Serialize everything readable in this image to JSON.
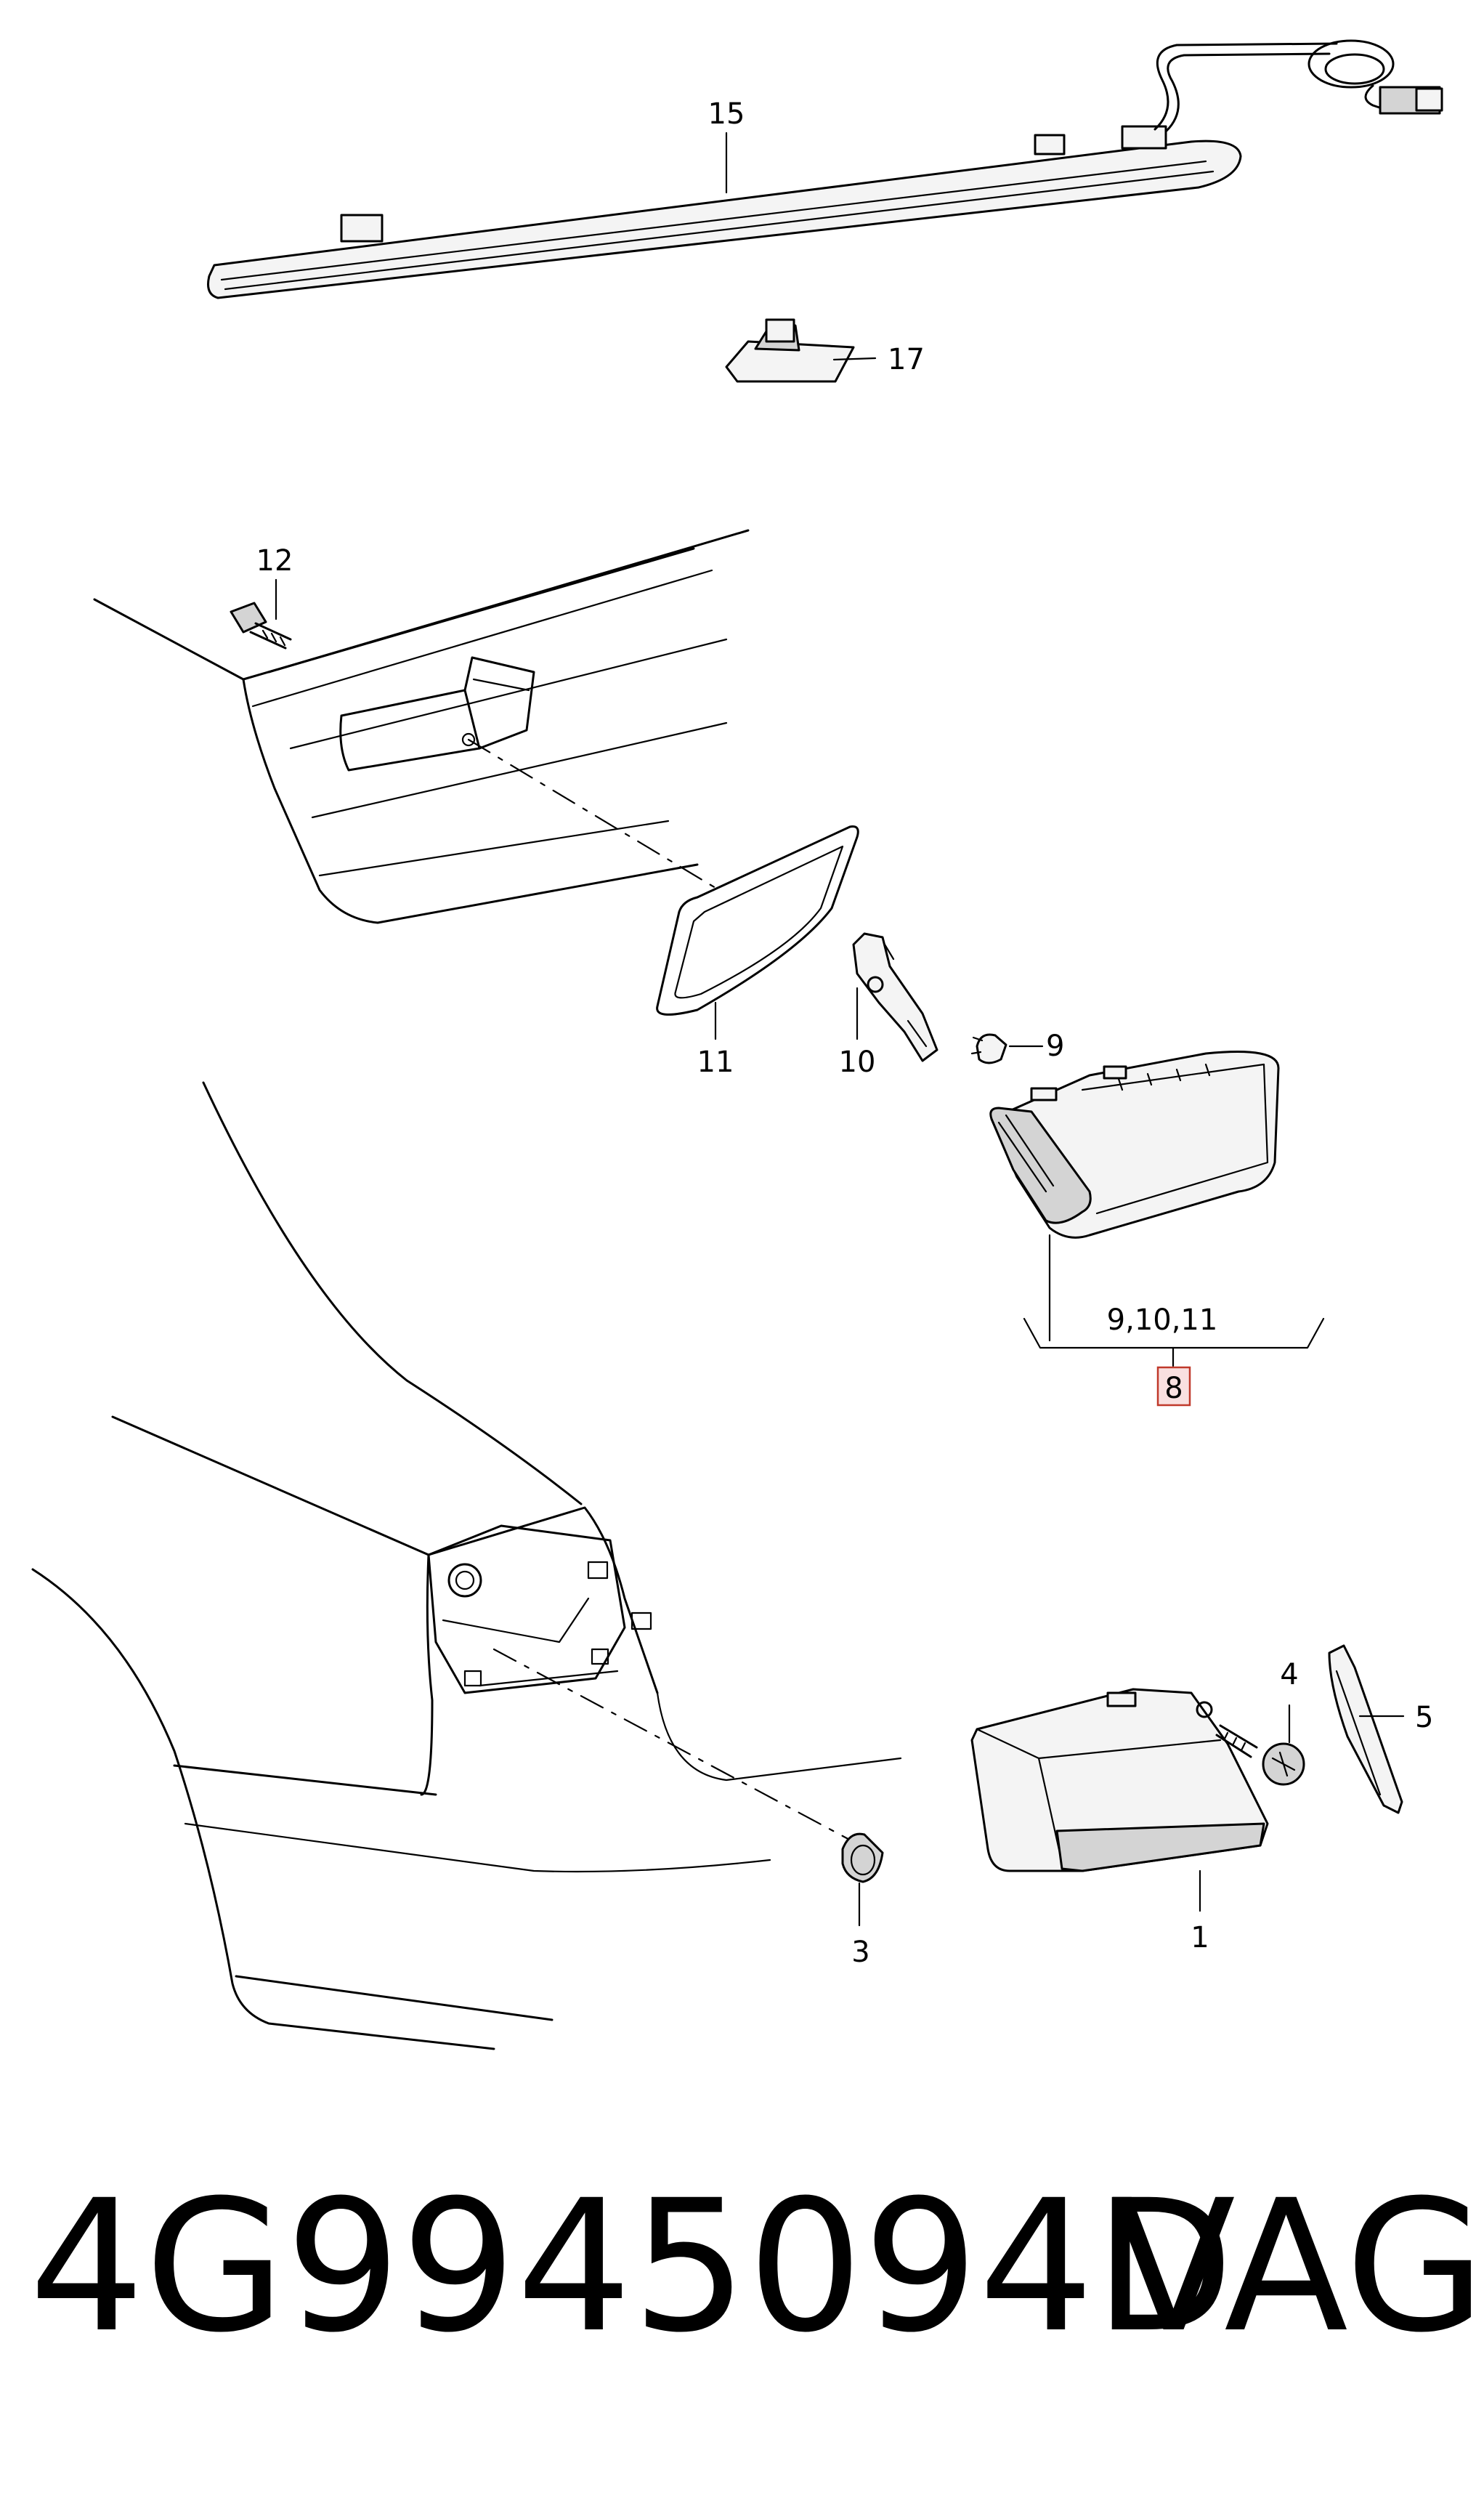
{
  "callouts": {
    "c15": "15",
    "c17": "17",
    "c12": "12",
    "c11": "11",
    "c10": "10",
    "c9": "9",
    "c_group": "9,10,11",
    "c8": "8",
    "c4": "4",
    "c5": "5",
    "c3": "3",
    "c1": "1"
  },
  "colors": {
    "line": "#000000",
    "highlight_box_border": "#c0392b",
    "highlight_box_fill": "#f9e0e0"
  },
  "footer": {
    "part_number": "4G9945094D",
    "brand": "VAG"
  }
}
